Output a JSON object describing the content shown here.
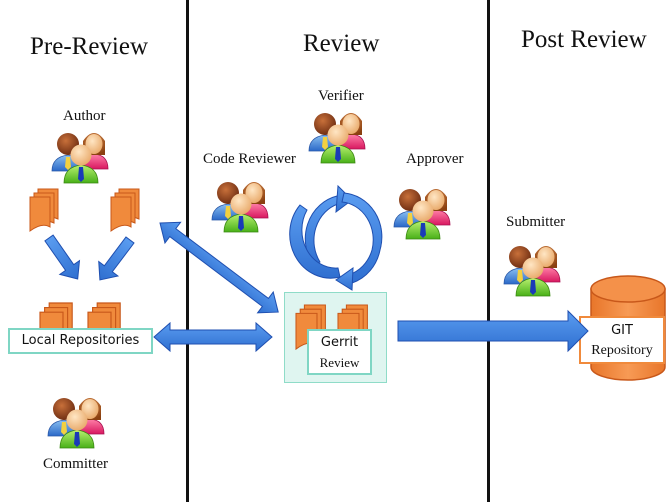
{
  "phases": {
    "pre_review": "Pre-Review",
    "review": "Review",
    "post_review": "Post Review"
  },
  "roles": {
    "author": "Author",
    "committer": "Committer",
    "verifier": "Verifier",
    "code_reviewer": "Code Reviewer",
    "approver": "Approver",
    "submitter": "Submitter"
  },
  "components": {
    "local_repositories": "Local Repositories",
    "gerrit_review_line1": "Gerrit",
    "gerrit_review_line2": "Review",
    "git_repository_line1": "GIT",
    "git_repository_line2": "Repository"
  },
  "icons": {
    "people_group": "user-group-icon",
    "document_stack": "document-stack-icon",
    "database": "database-cylinder-icon",
    "cycle": "cycle-arrows-icon"
  },
  "colors": {
    "arrow_fill": "#3f7fdc",
    "arrow_stroke": "#1f4fb0",
    "document_fill": "#f08a3c",
    "document_stroke": "#c8581a",
    "box_border_teal": "#7fd6c4",
    "gerrit_bg": "#dff5f0",
    "git_border": "#f08a3c"
  }
}
